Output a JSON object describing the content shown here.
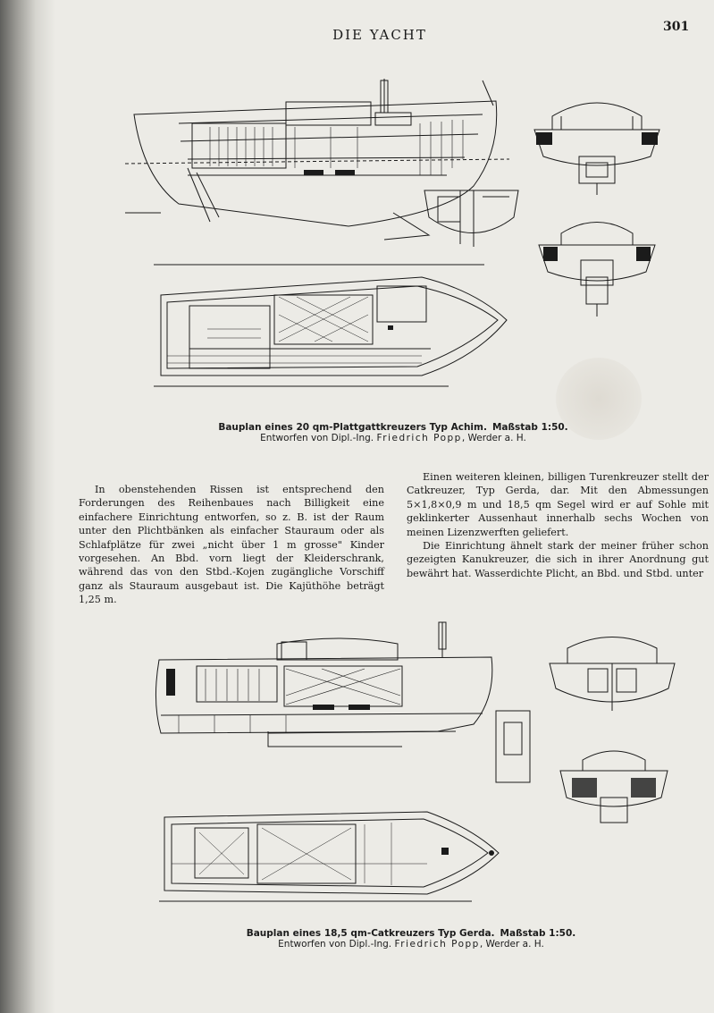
{
  "header": {
    "title": "DIE YACHT",
    "page_number": "301"
  },
  "figure1": {
    "caption_line1": "Bauplan eines 20 qm-Plattgattkreuzers Typ Achim.",
    "caption_scale": "Maßstab 1:50.",
    "caption_line2_a": "Entworfen von Dipl.-Ing. ",
    "caption_line2_b": "Friedrich Popp",
    "caption_line2_c": ", Werder a. H."
  },
  "left_column": {
    "paragraph": "In obenstehenden Rissen ist entsprechend den Forderungen des Reihenbaues nach Billigkeit eine einfachere Einrichtung entworfen, so z. B. ist der Raum unter den Plichtbänken als einfacher Stauraum oder als Schlafplätze für zwei „nicht über 1 m grosse\" Kinder vorgesehen. An Bbd. vorn liegt der Kleiderschrank, während das von den Stbd.-Kojen zugängliche Vorschiff ganz als Stauraum ausgebaut ist. Die Kajüthöhe beträgt 1,25 m."
  },
  "right_column": {
    "paragraph1": "Einen weiteren kleinen, billigen Turenkreuzer stellt der Catkreuzer, Typ Gerda, dar. Mit den Abmessungen 5×1,8×0,9 m und 18,5 qm Segel wird er auf Sohle mit geklinkerter Aussenhaut innerhalb sechs Wochen von meinen Lizenzwerften geliefert.",
    "paragraph2": "Die Einrichtung ähnelt stark der meiner früher schon gezeigten Kanukreuzer, die sich in ihrer Anordnung gut bewährt hat. Wasserdichte Plicht, an Bbd. und Stbd. unter"
  },
  "figure2": {
    "caption_line1": "Bauplan eines 18,5 qm-Catkreuzers Typ Gerda.",
    "caption_scale": "Maßstab 1:50.",
    "caption_line2_a": "Entworfen von Dipl.-Ing. ",
    "caption_line2_b": "Friedrich Popp",
    "caption_line2_c": ", Werder a. H."
  },
  "colors": {
    "paper": "#ecebe6",
    "ink": "#1b1b1b",
    "gutter": "#5f5f5c"
  }
}
